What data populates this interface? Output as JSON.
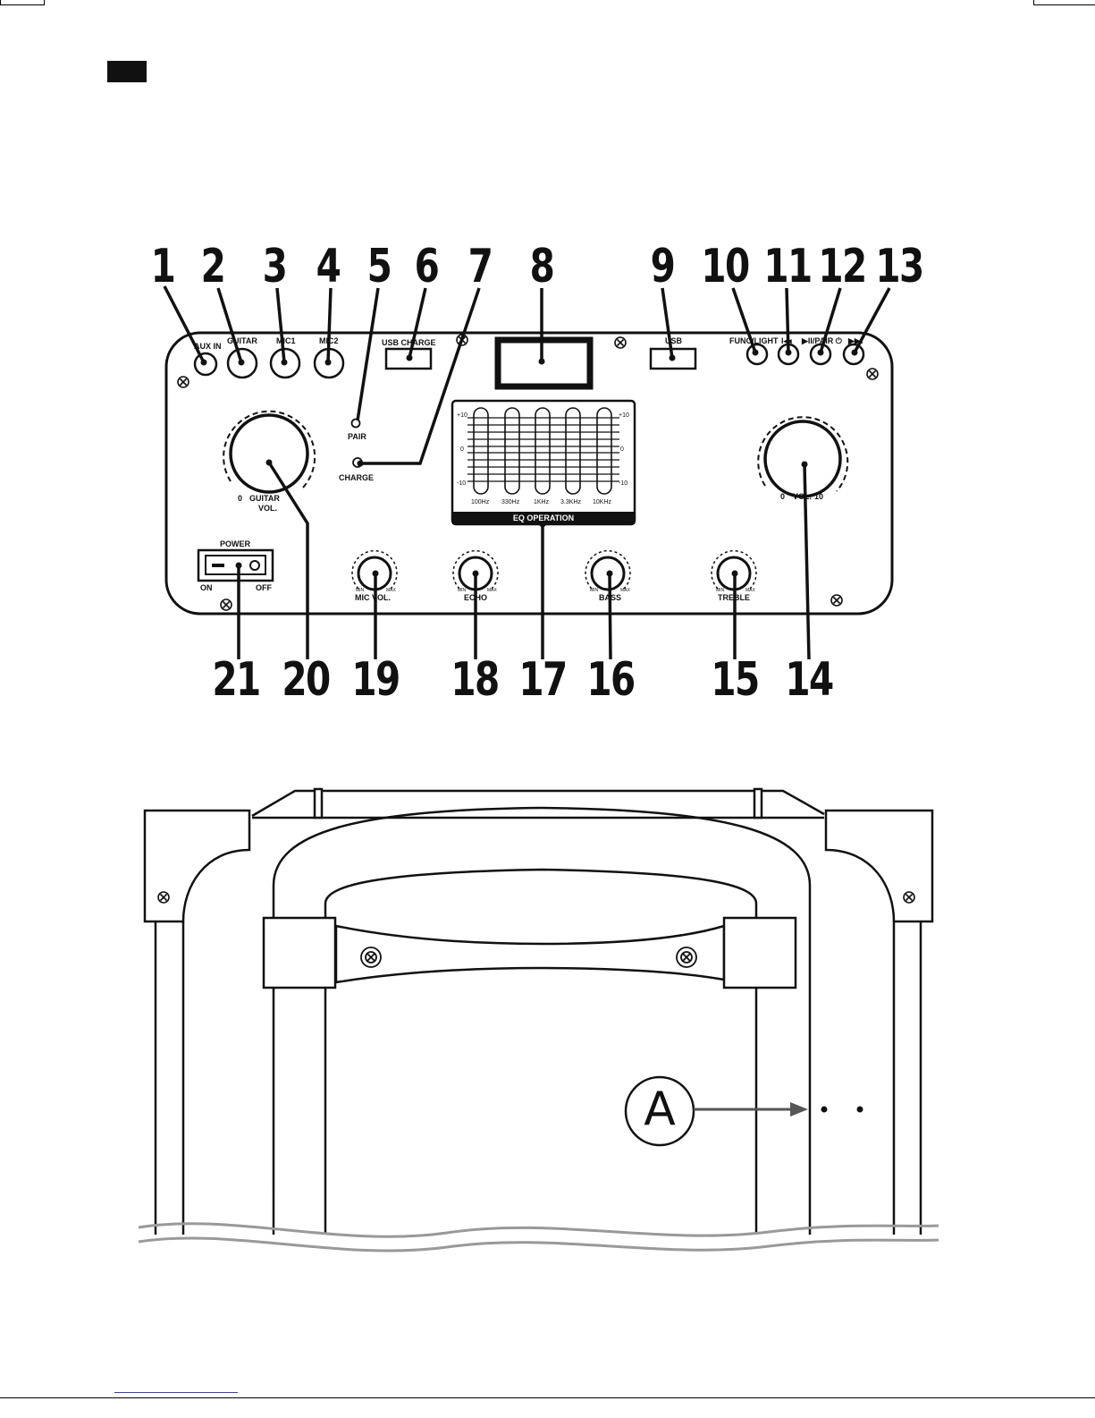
{
  "callouts": {
    "top": [
      "1",
      "2",
      "3",
      "4",
      "5",
      "6",
      "7",
      "8",
      "9",
      "10",
      "11",
      "12",
      "13"
    ],
    "bottom": [
      "21",
      "20",
      "19",
      "18",
      "17",
      "16",
      "15",
      "14"
    ]
  },
  "panel": {
    "jacks": [
      "AUX IN",
      "GUITAR",
      "MIC1",
      "MIC2"
    ],
    "usb_charge": "USB CHARGE",
    "usb": "USB",
    "func_light": "FUNC/LIGHT",
    "prev": "I◂◂",
    "play_pair": "▶II/PAIR ⏻",
    "next": "▶▶I",
    "pair": "PAIR",
    "charge": "CHARGE",
    "power": "POWER",
    "on": "ON",
    "off": "OFF",
    "guitar_vol_zero": "0",
    "guitar_vol": "GUITAR",
    "guitar_vol2": "VOL.",
    "vol_zero": "0",
    "vol": "VOL.",
    "vol_ten": "10",
    "mic_vol": "MIC VOL.",
    "echo": "ECHO",
    "bass": "BASS",
    "treble": "TREBLE",
    "min": "MIN",
    "max": "MAX"
  },
  "eq": {
    "title": "EQ OPERATION",
    "scale": [
      "+10",
      "0",
      "-10"
    ],
    "bands": [
      "100Hz",
      "330Hz",
      "1KHz",
      "3.3KHz",
      "10KHz"
    ]
  },
  "handle": {
    "marker": "A"
  }
}
